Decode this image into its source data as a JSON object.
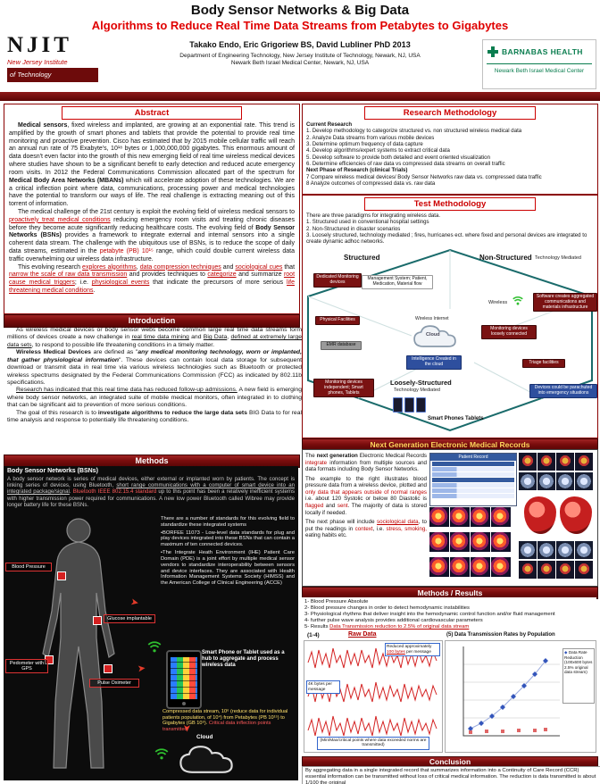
{
  "header": {
    "title": "Body Sensor Networks & Big Data",
    "subtitle": "Algorithms to Reduce Real Time Data Streams from Petabytes to Gigabytes",
    "authors": "Takako Endo, Eric Grigoriew BS,  David Lubliner PhD    2013",
    "dept_line1": "Department of  Engineering Technology, New Jersey Institute of Technology, Newark, NJ, USA",
    "dept_line2": "Newark Beth Israel Medical Center, Newark, NJ, USA",
    "njit": {
      "acronym": "NJIT",
      "name_line1": "New Jersey Institute",
      "name_line2": "of Technology"
    },
    "barnabas": {
      "name": "BARNABAS HEALTH",
      "sub": "Newark Beth Israel Medical Center"
    }
  },
  "abstract": {
    "title": "Abstract",
    "p1": [
      {
        "t": "Medical sensors",
        "c": "bold"
      },
      {
        "t": ", fixed wireless and implanted, are growing at an exponential rate. This trend is amplified by the growth of smart phones and tablets that provide the potential to provide real time monitoring and proactive prevention. Cisco has estimated that by 2015 mobile cellular traffic will reach an annual run rate of 75 Exabyte's, 10¹⁸ bytes or 1,000,000,000 gigabytes. This enormous amount of data doesn't even factor into the growth of this new emerging field of real time wireless medical devices where studies have shown to be a significant benefit to early detection and reduced acute emergency room visits. In 2012 the Federal Communications Commission allocated part of the spectrum for "
      },
      {
        "t": "Medical Body Area Networks (MBANs)",
        "c": "bold"
      },
      {
        "t": " which will accelerate adoption of these technologies. We are a critical inflection point where data, communications, processing power and medical technologies have the potential to transform our ways of life. The real challenge is extracting meaning out of this torrent of information."
      }
    ],
    "p2": [
      {
        "t": "The medical challenge of the 21st century is exploit the evolving field of wireless medical sensors to "
      },
      {
        "t": "proactively treat medical conditions",
        "c": "redu"
      },
      {
        "t": " reducing emergency room visits and treating chronic diseases before they become acute significantly reducing healthcare costs. The evolving field of "
      },
      {
        "t": "Body Sensor Networks (BSNs)",
        "c": "bold"
      },
      {
        "t": " provides a framework to integrate external and internal sensors into a single coherent data stream. The challenge with the ubiquitous use of BSNs, is to reduce the scope of daily data streams, estimated in the "
      },
      {
        "t": "petabyte (PB) 10¹⁵",
        "c": "red"
      },
      {
        "t": " range, which could double current wireless data traffic overwhelming our wireless data infrastructure."
      }
    ],
    "p3": [
      {
        "t": "This evolving research "
      },
      {
        "t": "explores algorithms",
        "c": "redu"
      },
      {
        "t": ", "
      },
      {
        "t": "data compression techniques",
        "c": "redu"
      },
      {
        "t": " and "
      },
      {
        "t": "sociological cues",
        "c": "redu"
      },
      {
        "t": " that "
      },
      {
        "t": "narrow the scale of raw data transmission",
        "c": "redu"
      },
      {
        "t": " and provides techniques to "
      },
      {
        "t": "categorize",
        "c": "redu"
      },
      {
        "t": " and summarize "
      },
      {
        "t": "root cause medical triggers",
        "c": "redu"
      },
      {
        "t": "; i.e. "
      },
      {
        "t": "physiological events",
        "c": "redu"
      },
      {
        "t": " that indicate the precursors of more serious "
      },
      {
        "t": "life threatening medical conditions",
        "c": "redu"
      },
      {
        "t": "."
      }
    ]
  },
  "introduction": {
    "title": "Introduction",
    "p1": [
      {
        "t": "As wireless medical devices or body  sensor webs become common large real time data streams form millions of devices create a new challenge in "
      },
      {
        "t": "real time data mining",
        "c": "u"
      },
      {
        "t": " and "
      },
      {
        "t": "Big Data",
        "c": "u"
      },
      {
        "t": ", "
      },
      {
        "t": "defined at extremely large data sets",
        "c": "u"
      },
      {
        "t": ", to respond to possible life threatening conditions in a timely matter."
      }
    ],
    "p2": [
      {
        "t": "Wireless Medical Devices",
        "c": "bold"
      },
      {
        "t": " are defined as \""
      },
      {
        "t": "any medical monitoring technology, worn or implanted, that gather physiological information",
        "c": "boldital"
      },
      {
        "t": "\". These devices can contain local data storage for subsequent download  or  transmit data in real time via various wireless technologies such as Bluetooth or protected wireless spectrums designated by the Federal Communications Commission (FCC) as indicated by 802.11b specifications."
      }
    ],
    "p3": [
      {
        "t": "Research has indicated that this real time data has reduced follow-up admissions.",
        "c": "u"
      },
      {
        "t": " A new field is emerging where body sensor networks, an integrated suite of mobile medical monitors, often integrated in to clothing that can be significant aid to prevention of more serious conditions."
      }
    ],
    "p4": [
      {
        "t": "The goal of this research is to "
      },
      {
        "t": "investigate algorithms to reduce the large data sets",
        "c": "bold"
      },
      {
        "t": " BIG Data to for real time analysis and response to potentially life threatening conditions."
      }
    ]
  },
  "methods": {
    "title": "Methods",
    "bsn_heading": "Body Sensor Networks (BSNs)",
    "bsn_text": [
      {
        "t": "A body sensor network is series of medical devices, either external or implanted worn by patients. The concept is linking series of devices, using Bluetooth, "
      },
      {
        "t": "short range communications with a computer of smart device into an integrated package/signal",
        "c": "uw"
      },
      {
        "t": ". "
      },
      {
        "t": "Bluetooth IEEE 802.15.4 standard",
        "c": "redw"
      },
      {
        "t": " up to this point has been a relatively inefficient systems with higher transmission power required for communications. A new low power Bluetooth called Wibree may provide longer battery life for these BSNs."
      }
    ],
    "standards_p1": "There are a number of standards for this evolving field to standardize these integrated systems",
    "standards_p2": "•BORFEE 11073 - Low-level data standards for plug and play devices integrated into these BSNs that can contain a maximum of ten connected devices.",
    "standards_p3": "•The Integrate Heath Environment (IHE) Patient Care Domain (PDE) is a joint effort by multiple medical sensor vendors to standardize interoperability between sensors and device interfaces. They are associated with Health Information Management Systems Society (HIMSS) and the American College of Clinical Engineering (ACCE)",
    "sensor_labels": {
      "blood_pressure": "Blood Pressure",
      "glucose": "Glucose implantable",
      "pedometer": "Pedometer with GPS",
      "pulse_oximeter": "Pulse Oximeter"
    },
    "phone_text": "Smart Phone or Tablet used as a hub to aggregate and process wireless data",
    "compressed": [
      {
        "t": "Compressed data stream, 10⁶ (reduce data for individual patients population, of 10⁴) from Petabytes (PB 10¹⁵) to Gigabytes (GB 10⁹). ",
        "c": "yellow"
      },
      {
        "t": "Critical data inflection points transmitted",
        "c": "redw"
      }
    ],
    "cloud_label": "Cloud"
  },
  "research_methodology": {
    "title": "Research Methodology",
    "current_heading": "Current Research",
    "items": [
      "1.   Develop methodology to categorize structured vs. non structured wireless medical data",
      "2.   Analyze Data streams from various mobile devices",
      "3.   Determine optimum frequency of data capture",
      "4.   Develop algorithms/expert systems to extract critical data",
      "5.   Develop software to provide both detailed and event oriented visualization",
      "6.   Determine efficiencies of raw data vs compressed data streams on overall traffic"
    ],
    "next_phase_heading": "Next Phase of Research (clinical Trials)",
    "next_items": [
      "7   Compare wireless medical devices/ Body Sensor Networks  raw data vs. compressed data traffic",
      "8   Analyze outcomes of compressed data vs. raw data"
    ]
  },
  "test_methodology": {
    "title": "Test Methodology",
    "intro": "There are three paradigms for integrating wireless data.",
    "items": [
      "1.   Structured used in conventional hospital settings",
      "2.   Non-Structured in disaster scenarios",
      "3.   Loosely structured, technology mediated ; fires, hurricanes ect. where fixed and personal devices are integrated to create dynamic adhoc networks."
    ],
    "diagram": {
      "region_structured": "Structured",
      "region_nonstructured": "Non-Structured",
      "region_nonstructured_sub": "Technology Mediated",
      "region_loose": "Loosely-Structured",
      "region_loose_sub": "Technology Mediated",
      "dedicated": "Dedicated Monitoring devices",
      "management": "Management System; Patient, Medication, Material flow",
      "physical": "Physical Facilities",
      "emr_db": "EMR database",
      "wireless_internet": "Wireless Internet",
      "cloud": "Cloud",
      "intelligence": "Intelligence Created in the cloud",
      "loosely_connected": "Monitoring devices loosely connected",
      "software": "Software creates aggregated communications and materials infrastructure",
      "triage": "Triage facilities",
      "wireless": "Wireless",
      "independent": "Monitoring devices independent; Smart phones, Tablets",
      "parachuted": "Devices could be parachuted into emergency situations",
      "smart_phones": "Smart Phones Tablets"
    }
  },
  "emr": {
    "title": "Next Generation Electronic Medical Records",
    "p1": [
      {
        "t": "The "
      },
      {
        "t": "next generation",
        "c": "bold"
      },
      {
        "t": " Electronic Medical Records "
      },
      {
        "t": "integrate",
        "c": "red"
      },
      {
        "t": " information from multiple sources and data formats including Body Sensor Networks."
      }
    ],
    "p2": [
      {
        "t": "The example to the right illustrates blood pressure data from a wireless device, plotted and "
      },
      {
        "t": "only data that appears outside of normal ranges",
        "c": "red"
      },
      {
        "t": " i.e. about 120 Systolic or below 80 Diastolic is "
      },
      {
        "t": "flagged",
        "c": "red"
      },
      {
        "t": " and "
      },
      {
        "t": "sent",
        "c": "red"
      },
      {
        "t": ". The majority of data is stored locally if needed."
      }
    ],
    "p3": [
      {
        "t": "The next phase will include "
      },
      {
        "t": "sociological data",
        "c": "redu"
      },
      {
        "t": ", to put the readings in "
      },
      {
        "t": "context",
        "c": "red"
      },
      {
        "t": ", i.e. "
      },
      {
        "t": "stress, smoking,",
        "c": "red"
      },
      {
        "t": " eating habits etc."
      }
    ],
    "patient_record_label": "Patient Record"
  },
  "methods_results": {
    "title": "Methods / Results",
    "items": [
      "1- Blood Pressure Absolute",
      "2- Blood pressure changes in order to detect hemodynamic instabilities",
      "3- Physiological rhythms that deliver insight into the hemodynamic control function and/or fluid management",
      "4- further pulse wave analysis provides additional cardiovascular parameters"
    ],
    "item5": [
      {
        "t": "5- Results "
      },
      {
        "t": "Data Transmission reduction to 2.5% of original data stream",
        "c": "redu"
      }
    ],
    "left_chart": {
      "num_label": "(1-4)",
      "title": "Raw Data",
      "ann_reduced": [
        {
          "t": "Reduced approximately "
        },
        {
          "t": "100 bytes",
          "c": "redu"
        },
        {
          "t": " per message"
        }
      ],
      "ann_4k": "4K bytes per message",
      "ann_minmax": "(Min/Max/critical points where data exceeded norms are transmitted)"
    },
    "right_chart": {
      "title": "(5) Data Transmission Rates by Population",
      "legend": "Data Rate Reduction (100x600 bytes 2.5% original data stream)"
    }
  },
  "conclusion": {
    "title": "Conclusion",
    "text": "By aggregating data in a single integrated record that summarizes information into a Continuity of Care Record (CCR) essential information can be transmitted without loss of critical medical information.  The reduction is data transmitted is about 1/100 the original"
  }
}
